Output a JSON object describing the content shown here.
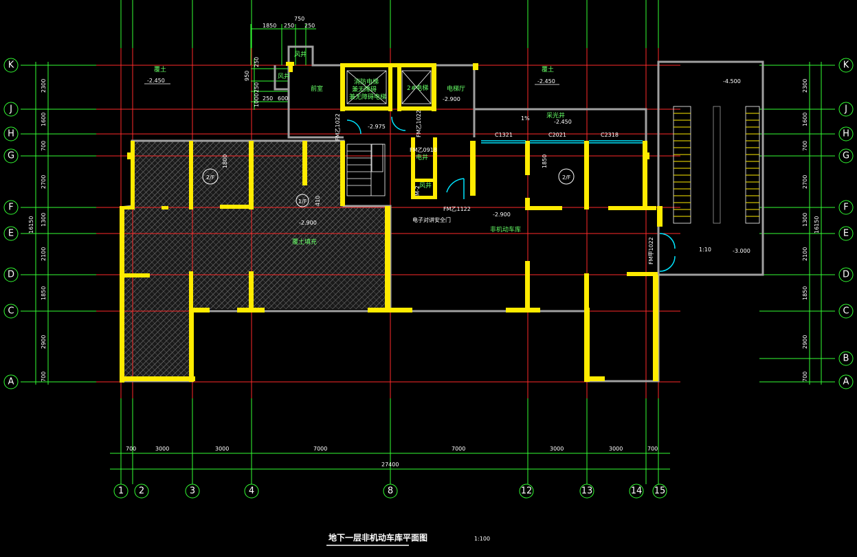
{
  "title": {
    "text": "地下一层非机动车库平面图",
    "scale": "1:100"
  },
  "grid_columns": [
    "1",
    "2",
    "3",
    "4",
    "8",
    "12",
    "13",
    "14",
    "15"
  ],
  "grid_rows": [
    "K",
    "J",
    "H",
    "G",
    "F",
    "E",
    "D",
    "C",
    "B",
    "A"
  ],
  "dimensions_bottom": [
    "700",
    "3000",
    "3000",
    "7000",
    "7000",
    "3000",
    "3000",
    "700"
  ],
  "dimension_total_bottom": "27400",
  "dimensions_left": [
    "2300",
    "1600",
    "700",
    "2700",
    "1300",
    "2100",
    "1850",
    "2900",
    "700"
  ],
  "dimensions_right": [
    "2300",
    "1600",
    "700",
    "2700",
    "1300",
    "2100",
    "1850",
    "2900",
    "700"
  ],
  "dimension_total_side": "16150",
  "dimensions_top": [
    "750",
    "1850",
    "250",
    "250"
  ],
  "room_labels": {
    "fill_left": "覆土",
    "fill_right": "覆土",
    "elev_fill_left": "-2.450",
    "elev_fill_right": "-2.450",
    "front_room": "前室",
    "duct_a": "风井",
    "duct_b": "风井",
    "elevator_hall": "电梯厅",
    "elev_hall": "-2.900",
    "skylight": "采光井",
    "elev_skylight": "-2.450",
    "window_1": "C1321",
    "window_2": "C2021",
    "window_3": "C2318",
    "elev_stair": "-2.975",
    "door_1": "FM乙1022",
    "door_2": "FM乙1022",
    "door_3": "FM乙0918",
    "door_4": "FM乙1122",
    "door_5": "FM甲1022",
    "elec_shaft": "电井",
    "duct_c": "风井",
    "door_m2": "M-2",
    "secure_door": "电子对讲安全门",
    "bike_garage": "非机动车库",
    "elev_garage": "-2.900",
    "fill_center": "覆土填充",
    "elev_fill_center": "-2.900",
    "fire_elevator_1": "消防电梯",
    "fire_elevator_2": "兼无障碍",
    "fire_elevator_3": "兼无障碍电梯",
    "elevator_2": "2#电梯",
    "ramp_elev_top": "-4.500",
    "ramp_elev_bottom": "-3.000",
    "ramp_slope": "1:10",
    "slope_skylight": "1%",
    "ref_2f_a": "2/F",
    "ref_2f_b": "2/F",
    "ref_1f": "1/F",
    "dim_1800": "1800",
    "dim_1850": "1850",
    "dim_410": "410",
    "dim_950": "950",
    "dim_250a": "250",
    "dim_1000": "1000",
    "dim_250b": "250",
    "dim_250c": "250",
    "dim_600": "600"
  },
  "colors": {
    "background": "#000000",
    "grid_line": "#ff2a2a",
    "dim_line": "#33ff33",
    "wall": "#ffeb00",
    "wall_outline": "#a0a0a0",
    "hatch": "#8a8a8a",
    "room_text": "#66ff66",
    "white_text": "#ffffff",
    "window": "#00e5ff",
    "door": "#00e5ff",
    "grid_bubble": "#33ff33"
  }
}
